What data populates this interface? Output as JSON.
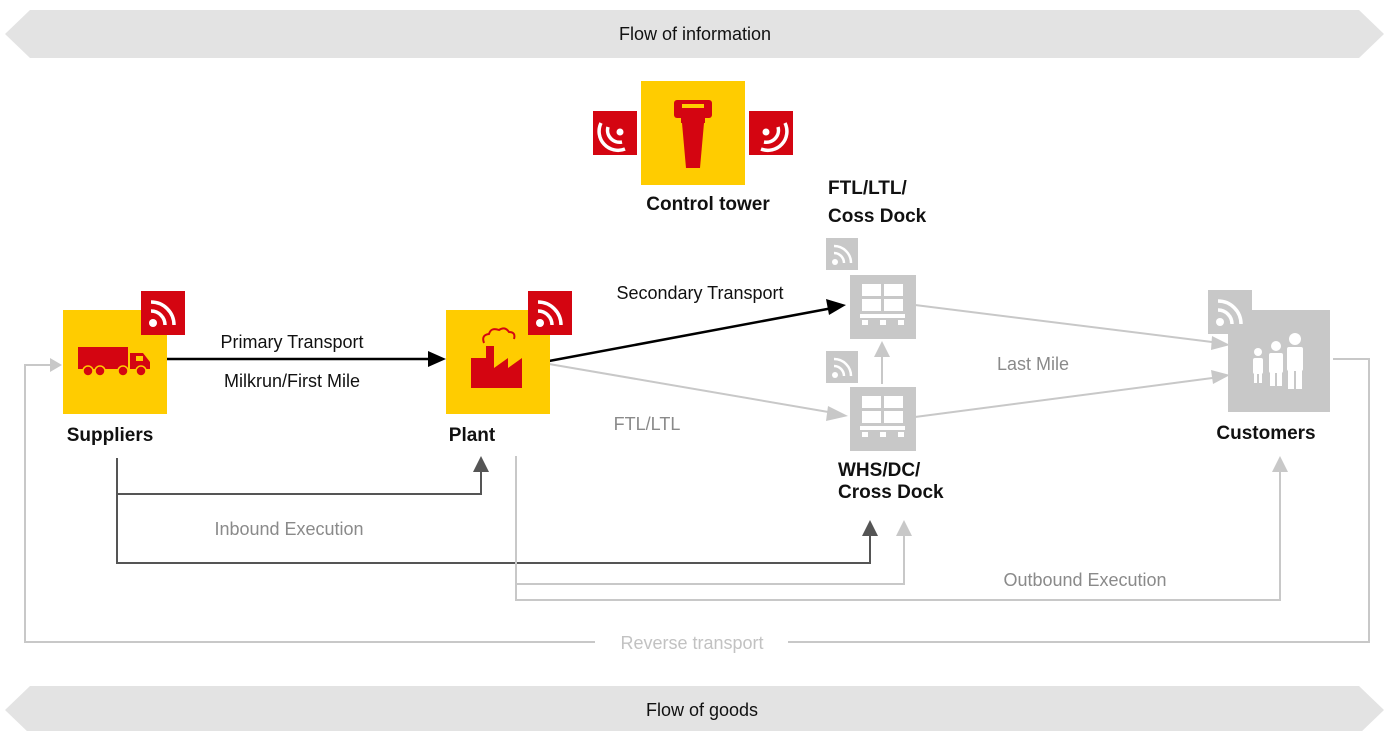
{
  "bands": {
    "top": "Flow of information",
    "bottom": "Flow of goods"
  },
  "nodes": {
    "control_tower": "Control tower",
    "suppliers": "Suppliers",
    "plant": "Plant",
    "ftl_ltl_cross_dock": [
      "FTL/LTL/",
      "Coss Dock"
    ],
    "whs_dc_cross_dock": [
      "WHS/DC/",
      "Cross Dock"
    ],
    "customers": "Customers"
  },
  "edges": {
    "primary_transport": "Primary Transport",
    "milkrun": "Milkrun/First Mile",
    "secondary_transport": "Secondary Transport",
    "ftl_ltl": "FTL/LTL",
    "last_mile": "Last Mile",
    "inbound_execution": "Inbound Execution",
    "outbound_execution": "Outbound Execution",
    "reverse_transport": "Reverse transport"
  },
  "colors": {
    "dhl_yellow": "#FFCC00",
    "dhl_red": "#D40511",
    "band_grey": "#E3E3E3",
    "inactive_grey": "#C8C8C8",
    "line_dark": "#555555",
    "line_light": "#C8C8C8"
  }
}
